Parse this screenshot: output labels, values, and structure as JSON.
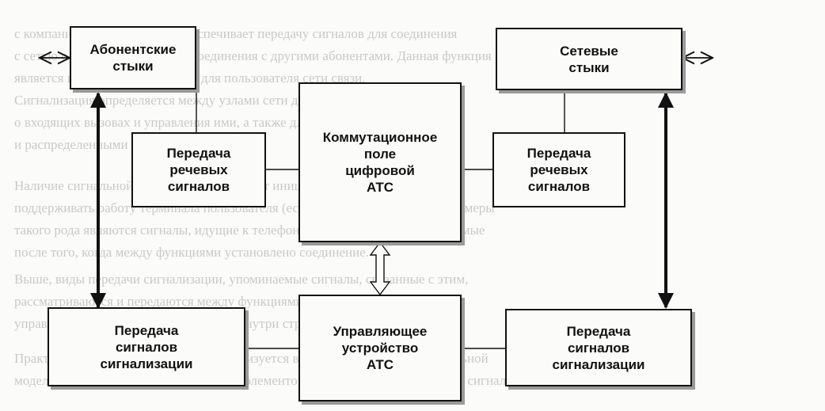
{
  "blocks": {
    "subscriber_interfaces": "Абонентские\nстыки",
    "network_interfaces": "Сетевые\nстыки",
    "switching_field": "Коммутационное\nполе\nцифровой\nАТС",
    "voice_left": "Передача\nречевых\nсигналов",
    "voice_right": "Передача\nречевых\nсигналов",
    "signaling_left": "Передача\nсигналов\nсигнализации",
    "signaling_right": "Передача\nсигналов\nсигнализации",
    "control_unit": "Управляющее\nустройство\nАТС"
  },
  "background_text": [
    "с компанией и пользователя обеспечивает передачу сигналов для соединения",
    "с сетью с целью установления соединения с другими абонентами. Данная функция",
    "является критической важности для пользователя сети связи.",
    "Сигнализация определяется между узлами сети для передачи информации",
    "о входящих вызовах и управления ими, а также для управления местными",
    "и распределенными функциями сети.",
    "Наличие сигнальной информации позволяет инициировать и",
    "поддерживать работу терминала пользователя (если это требуется). Яркие примеры",
    "такого рода являются сигналы, идущие к телефонному аппарату, осуществляемые",
    "после того, когда между функциями установлено соединение.",
    "Выше, виды передачи сигнализации, упоминаемые сигналы, связанные с этим,",
    "рассматриваются и передаются между функциями, относящимися к системе",
    "управления через обмен сообщениями внутри структуры системы.",
    "Практическая реализация которой организуется в соответствии с функциональной",
    "моделью архитектуры интерпретации и элементов для преобразования набора сигналов"
  ],
  "colors": {
    "line": "#111111",
    "box_border": "#111111",
    "box_fill": "#fbfbfa",
    "background": "#fbfbfa",
    "bg_text": "#c9c9c9"
  }
}
